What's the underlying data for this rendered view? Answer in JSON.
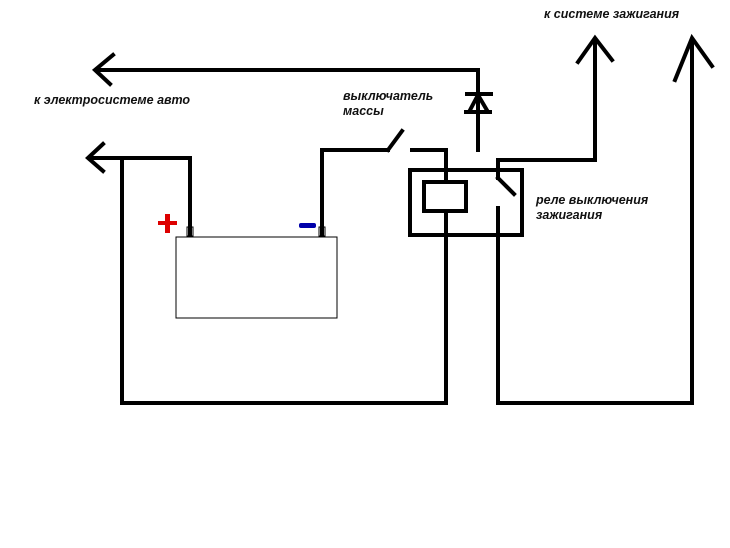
{
  "labels": {
    "ignition_system": "к  системе  зажигания",
    "car_electrics": "к электросистеме авто",
    "ground_switch_line1": "выключатель",
    "ground_switch_line2": "массы",
    "relay_line1": "реле выключения",
    "relay_line2": "зажигания"
  },
  "colors": {
    "plus_terminal": "#dd0000",
    "minus_terminal": "#0000aa",
    "wire": "#000000"
  }
}
